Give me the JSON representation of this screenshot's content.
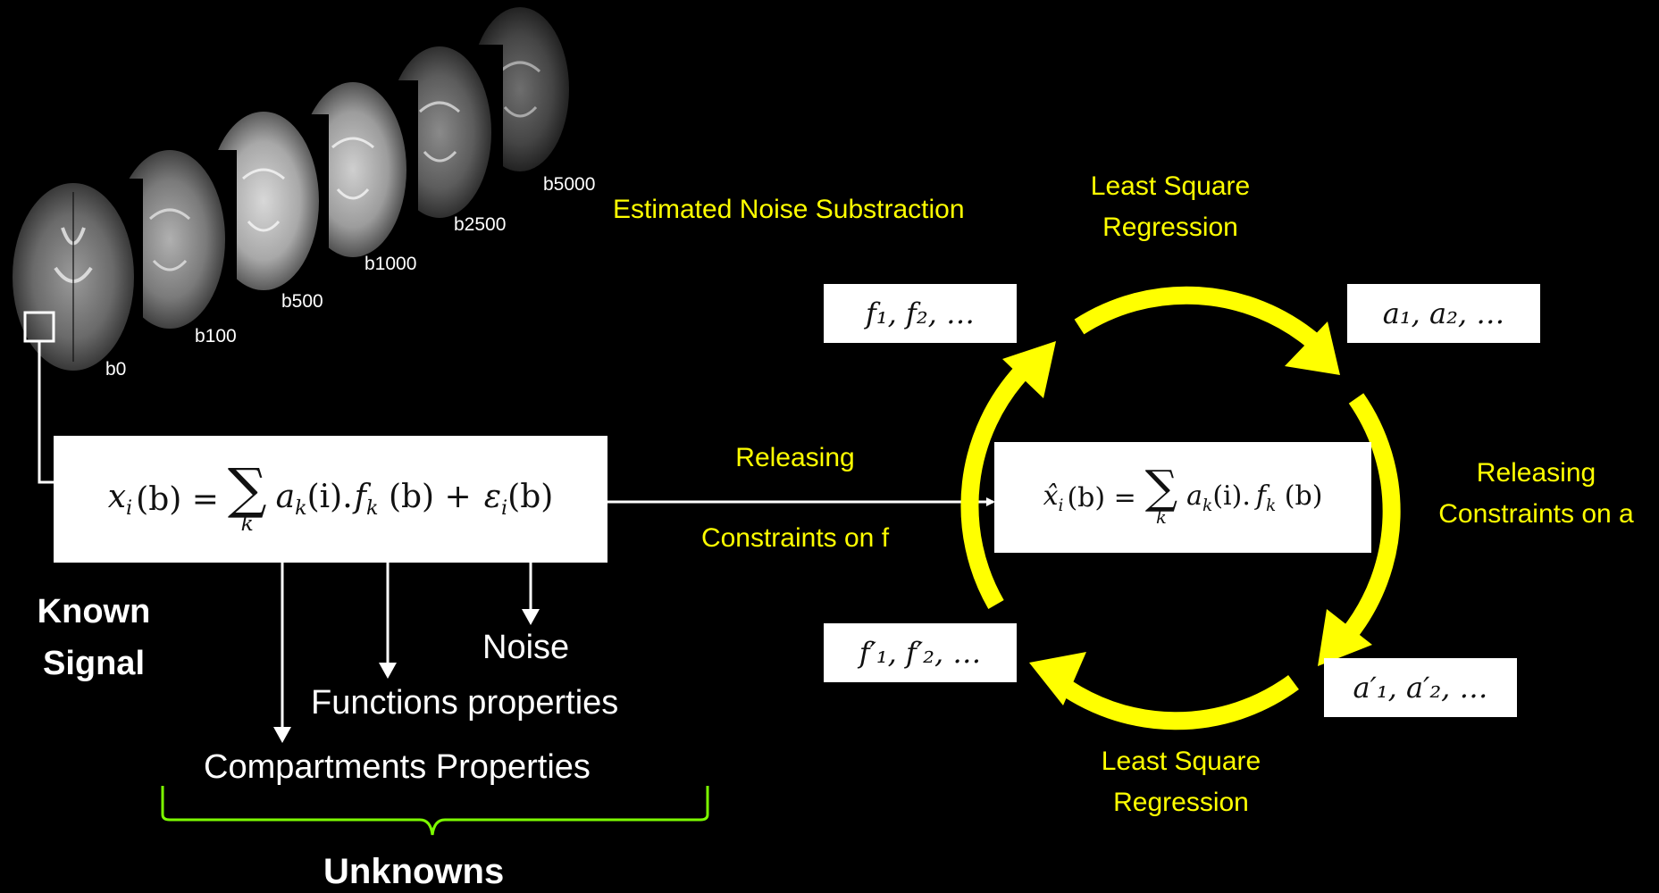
{
  "bvalue_labels": [
    "b0",
    "b100",
    "b500",
    "b1000",
    "b2500",
    "b5000"
  ],
  "left_equation": {
    "lhs": "x",
    "lhs_sub": "i",
    "lhs_arg": "(b) =",
    "sum_symbol": "∑",
    "sum_index": "k",
    "term_a": "a",
    "term_a_sub": "k",
    "term_a_arg": "(i).",
    "term_f": "f",
    "term_f_sub": "k",
    "term_f_arg": " (b) +",
    "term_eps": "ε",
    "term_eps_sub": "i",
    "term_eps_arg": "(b)"
  },
  "center_equation": {
    "lhs": "x̂",
    "lhs_sub": "i",
    "lhs_arg": "(b) =",
    "sum_symbol": "∑",
    "sum_index": "k",
    "term_a": "a",
    "term_a_sub": "k",
    "term_a_arg": "(i).",
    "term_f": "f",
    "term_f_sub": "k",
    "term_f_arg": " (b)"
  },
  "labels": {
    "known_signal_line1": "Known",
    "known_signal_line2": "Signal",
    "noise": "Noise",
    "functions_properties": "Functions  properties",
    "compartments_properties": "Compartments  Properties",
    "unknowns": "Unknowns",
    "estimated_noise": "Estimated Noise Substraction",
    "releasing_f_line1": "Releasing",
    "releasing_f_line2": "Constraints on  f",
    "lsr_top_line1": "Least Square",
    "lsr_top_line2": "Regression",
    "lsr_bottom_line1": "Least Square",
    "lsr_bottom_line2": "Regression",
    "releasing_a_line1": "Releasing",
    "releasing_a_line2": "Constraints on a"
  },
  "cycle_boxes": {
    "f_top": "f₁, f₂, …",
    "a_top": "a₁, a₂, …",
    "f_bottom": "f′₁, f′₂, …",
    "a_bottom": "a′₁, a′₂, …"
  },
  "colors": {
    "background": "#000000",
    "arrow_yellow": "#ffff00",
    "label_yellow": "#ffff00",
    "brace_green": "#7cfc00",
    "text_white": "#ffffff",
    "box_white": "#ffffff"
  }
}
